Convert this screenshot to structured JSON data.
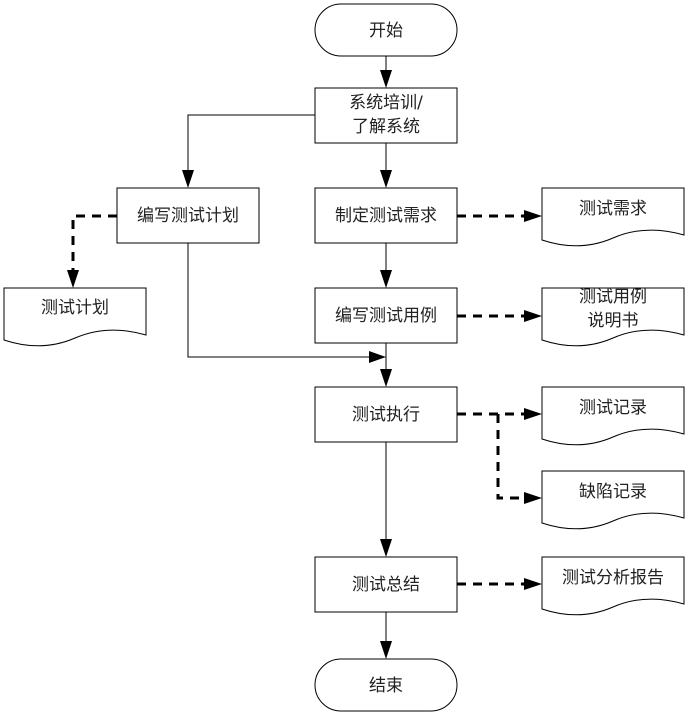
{
  "nodes": {
    "start": "开始",
    "training": [
      "系统培训/",
      "了解系统"
    ],
    "write_plan": "编写测试计划",
    "make_requirements": "制定测试需求",
    "write_cases": "编写测试用例",
    "execute": "测试执行",
    "summary": "测试总结",
    "end": "结束"
  },
  "documents": {
    "plan": "测试计划",
    "requirements": "测试需求",
    "case_manual": [
      "测试用例",
      "说明书"
    ],
    "test_record": "测试记录",
    "defect_record": "缺陷记录",
    "analysis_report": "测试分析报告"
  }
}
